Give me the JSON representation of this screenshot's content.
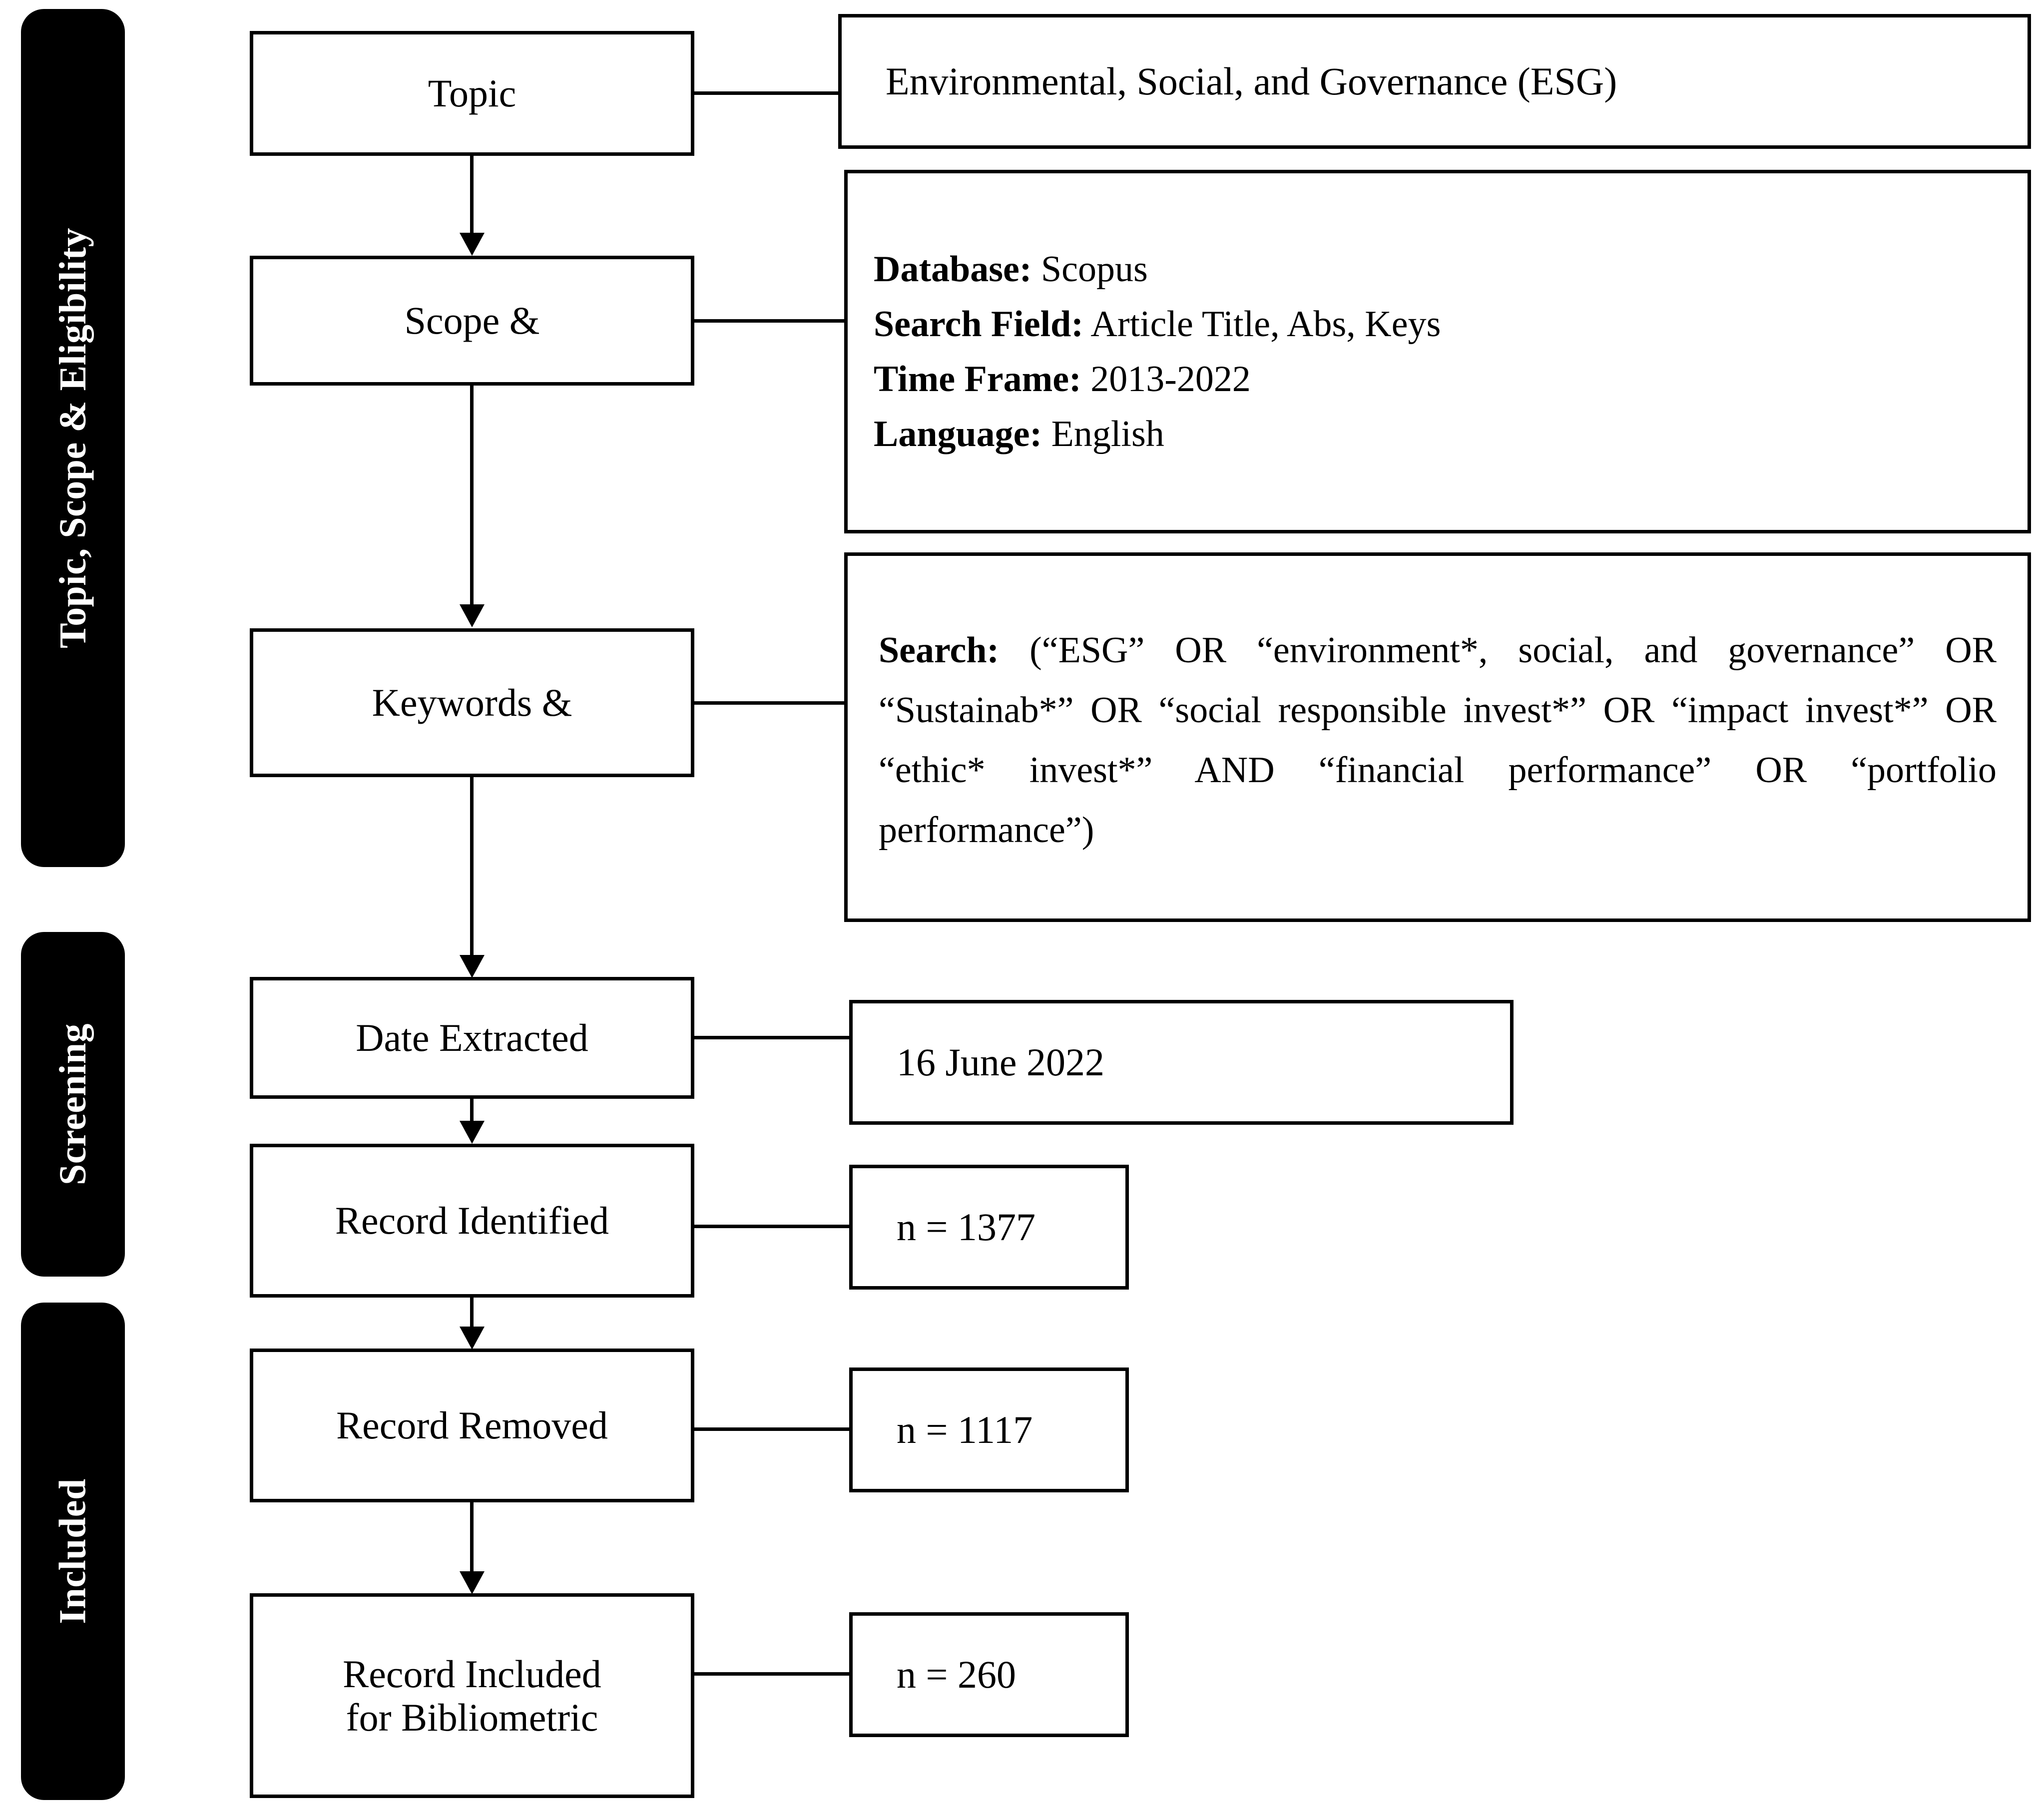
{
  "diagram": {
    "type": "prisma-flow-diagram",
    "title": "PRISMA Search and Screening Flow",
    "stages": [
      {
        "id": "stage-topic-scope-eligibility",
        "label": "Topic, Scope & Eligibility"
      },
      {
        "id": "stage-screening",
        "label": "Screening"
      },
      {
        "id": "stage-included",
        "label": "Included"
      }
    ],
    "process_boxes": [
      {
        "id": "topic",
        "label": "Topic"
      },
      {
        "id": "scope",
        "label": "Scope &"
      },
      {
        "id": "keywords",
        "label": "Keywords &"
      },
      {
        "id": "date-extracted",
        "label": "Date Extracted"
      },
      {
        "id": "record-identified",
        "label": "Record Identified"
      },
      {
        "id": "record-removed",
        "label": "Record Removed"
      },
      {
        "id": "record-included-line1",
        "label": "Record Included"
      },
      {
        "id": "record-included-line2",
        "label": "for Bibliometric"
      }
    ],
    "details": {
      "topic": {
        "text": "Environmental, Social, and Governance (ESG)"
      },
      "scope": {
        "rows": [
          {
            "key": "Database:",
            "value": "Scopus"
          },
          {
            "key": "Search Field:",
            "value": "Article Title, Abs, Keys"
          },
          {
            "key": "Time Frame:",
            "value": "2013-2022"
          },
          {
            "key": "Language:",
            "value": "English"
          }
        ]
      },
      "keywords": {
        "key": "Search:",
        "value": "(“ESG” OR “environment*, social, and governance” OR “Sustainab*” OR “social responsible invest*” OR “impact invest*” OR “ethic* invest*” AND “financial performance” OR “portfolio performance”)"
      },
      "date_extracted": {
        "text": "16 June 2022"
      },
      "record_identified": {
        "text": "n = 1377"
      },
      "record_removed": {
        "text": "n = 1117"
      },
      "record_included": {
        "text": "n = 260"
      }
    },
    "colors": {
      "stage_bar_background": "#000000",
      "stage_bar_text": "#ffffff",
      "box_border": "#000000",
      "box_background": "#ffffff",
      "text": "#000000"
    }
  }
}
